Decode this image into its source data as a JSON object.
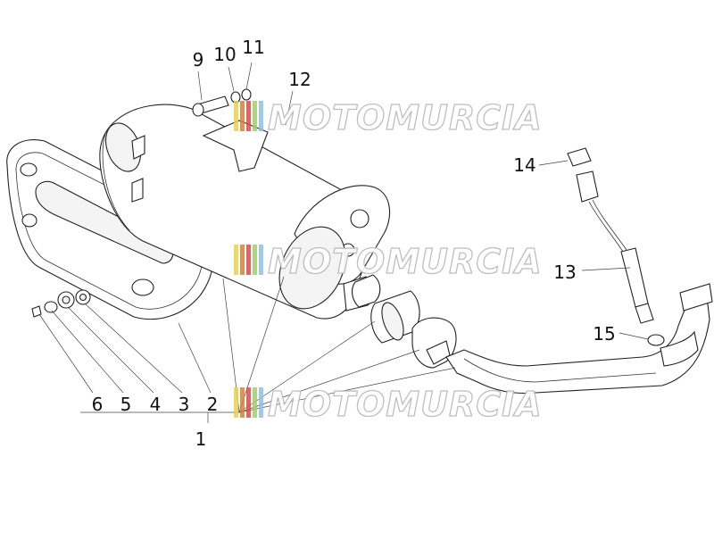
{
  "callouts": [
    {
      "id": "1",
      "text": "1"
    },
    {
      "id": "2",
      "text": "2"
    },
    {
      "id": "3",
      "text": "3"
    },
    {
      "id": "4",
      "text": "4"
    },
    {
      "id": "5",
      "text": "5"
    },
    {
      "id": "6",
      "text": "6"
    },
    {
      "id": "9",
      "text": "9"
    },
    {
      "id": "10",
      "text": "10"
    },
    {
      "id": "11",
      "text": "11"
    },
    {
      "id": "12",
      "text": "12"
    },
    {
      "id": "13",
      "text": "13"
    },
    {
      "id": "14",
      "text": "14"
    },
    {
      "id": "15",
      "text": "15"
    }
  ],
  "watermark": {
    "text": "MOTOMURCIA",
    "colors": [
      "#e8d24a",
      "#e07a3a",
      "#d84a4a",
      "#9fcf6a",
      "#8fbfe0"
    ]
  },
  "palette": {
    "line": "#222222",
    "label": "#111111"
  }
}
